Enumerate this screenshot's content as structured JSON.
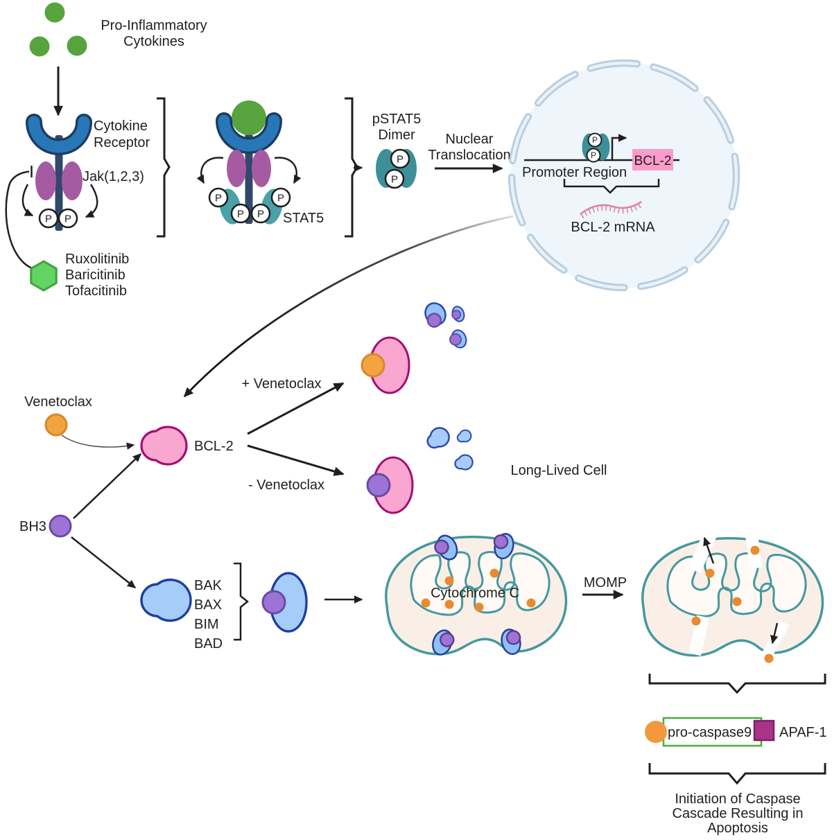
{
  "figure_title": "JAK/STAT5 signaling to BCL-2 and venetoclax-induced apoptosis pathway",
  "colors": {
    "cytokine_green": "#57a33e",
    "receptor_blue": "#2878b7",
    "receptor_outline": "#1c3c63",
    "stem_navy": "#31486b",
    "jak_purple": "#a55ba2",
    "stat5_teal": "#4aa1a8",
    "pstat5_teal": "#3d9098",
    "inhibitor_green": "#62d462",
    "bcl2_pink": "#f9a6d0",
    "bcl2_outline": "#a30d71",
    "venetoclax_orange": "#f3a440",
    "bh3_purple": "#9d74d6",
    "effector_blue": "#a6cdf9",
    "effector_outline": "#1e3f9e",
    "mito_teal": "#45989f",
    "mito_band": "#f9efe6",
    "cytochrome_orange": "#e98a33",
    "gene_highlight_pink": "#fb9ccb",
    "mrna_pink": "#e083ab",
    "nucleus_fill": "#eef5fb",
    "envelope_blue": "#b9cfe0",
    "caspase_box_green": "#4bad3a",
    "apaf_magenta": "#a93387"
  },
  "signaling": {
    "cytokines_label": [
      "Pro-Inflammatory",
      "Cytokines"
    ],
    "receptor_label": [
      "Cytokine",
      "Receptor"
    ],
    "jak_label": "Jak(1,2,3)",
    "phospho_label": "P",
    "stat5_label": "STAT5",
    "inhibitors": [
      "Ruxolitinib",
      "Baricitinib",
      "Tofacitinib"
    ],
    "dimer_label": [
      "pSTAT5",
      "Dimer"
    ],
    "translocation_label": [
      "Nuclear",
      "Translocation"
    ]
  },
  "nucleus": {
    "promoter_label": "Promoter Region",
    "gene_label": "BCL-2",
    "mrna_label": "BCL-2 mRNA"
  },
  "bcl2": {
    "venetoclax_label": "Venetoclax",
    "bh3_label": "BH3",
    "bcl2_label": "BCL-2",
    "plus_venetoclax_label": "+ Venetoclax",
    "minus_venetoclax_label": "- Venetoclax",
    "long_lived_label": "Long-Lived Cell",
    "effectors": [
      "BAK",
      "BAX",
      "BIM",
      "BAD"
    ]
  },
  "mitochondria": {
    "cytochrome_label": "Cytochrome C",
    "momp_label": "MOMP"
  },
  "apoptosome": {
    "procaspase_label": "pro-caspase9",
    "apaf_label": "APAF-1",
    "outcome_label": [
      "Initiation of Caspase",
      "Cascade Resulting in",
      "Apoptosis"
    ]
  }
}
